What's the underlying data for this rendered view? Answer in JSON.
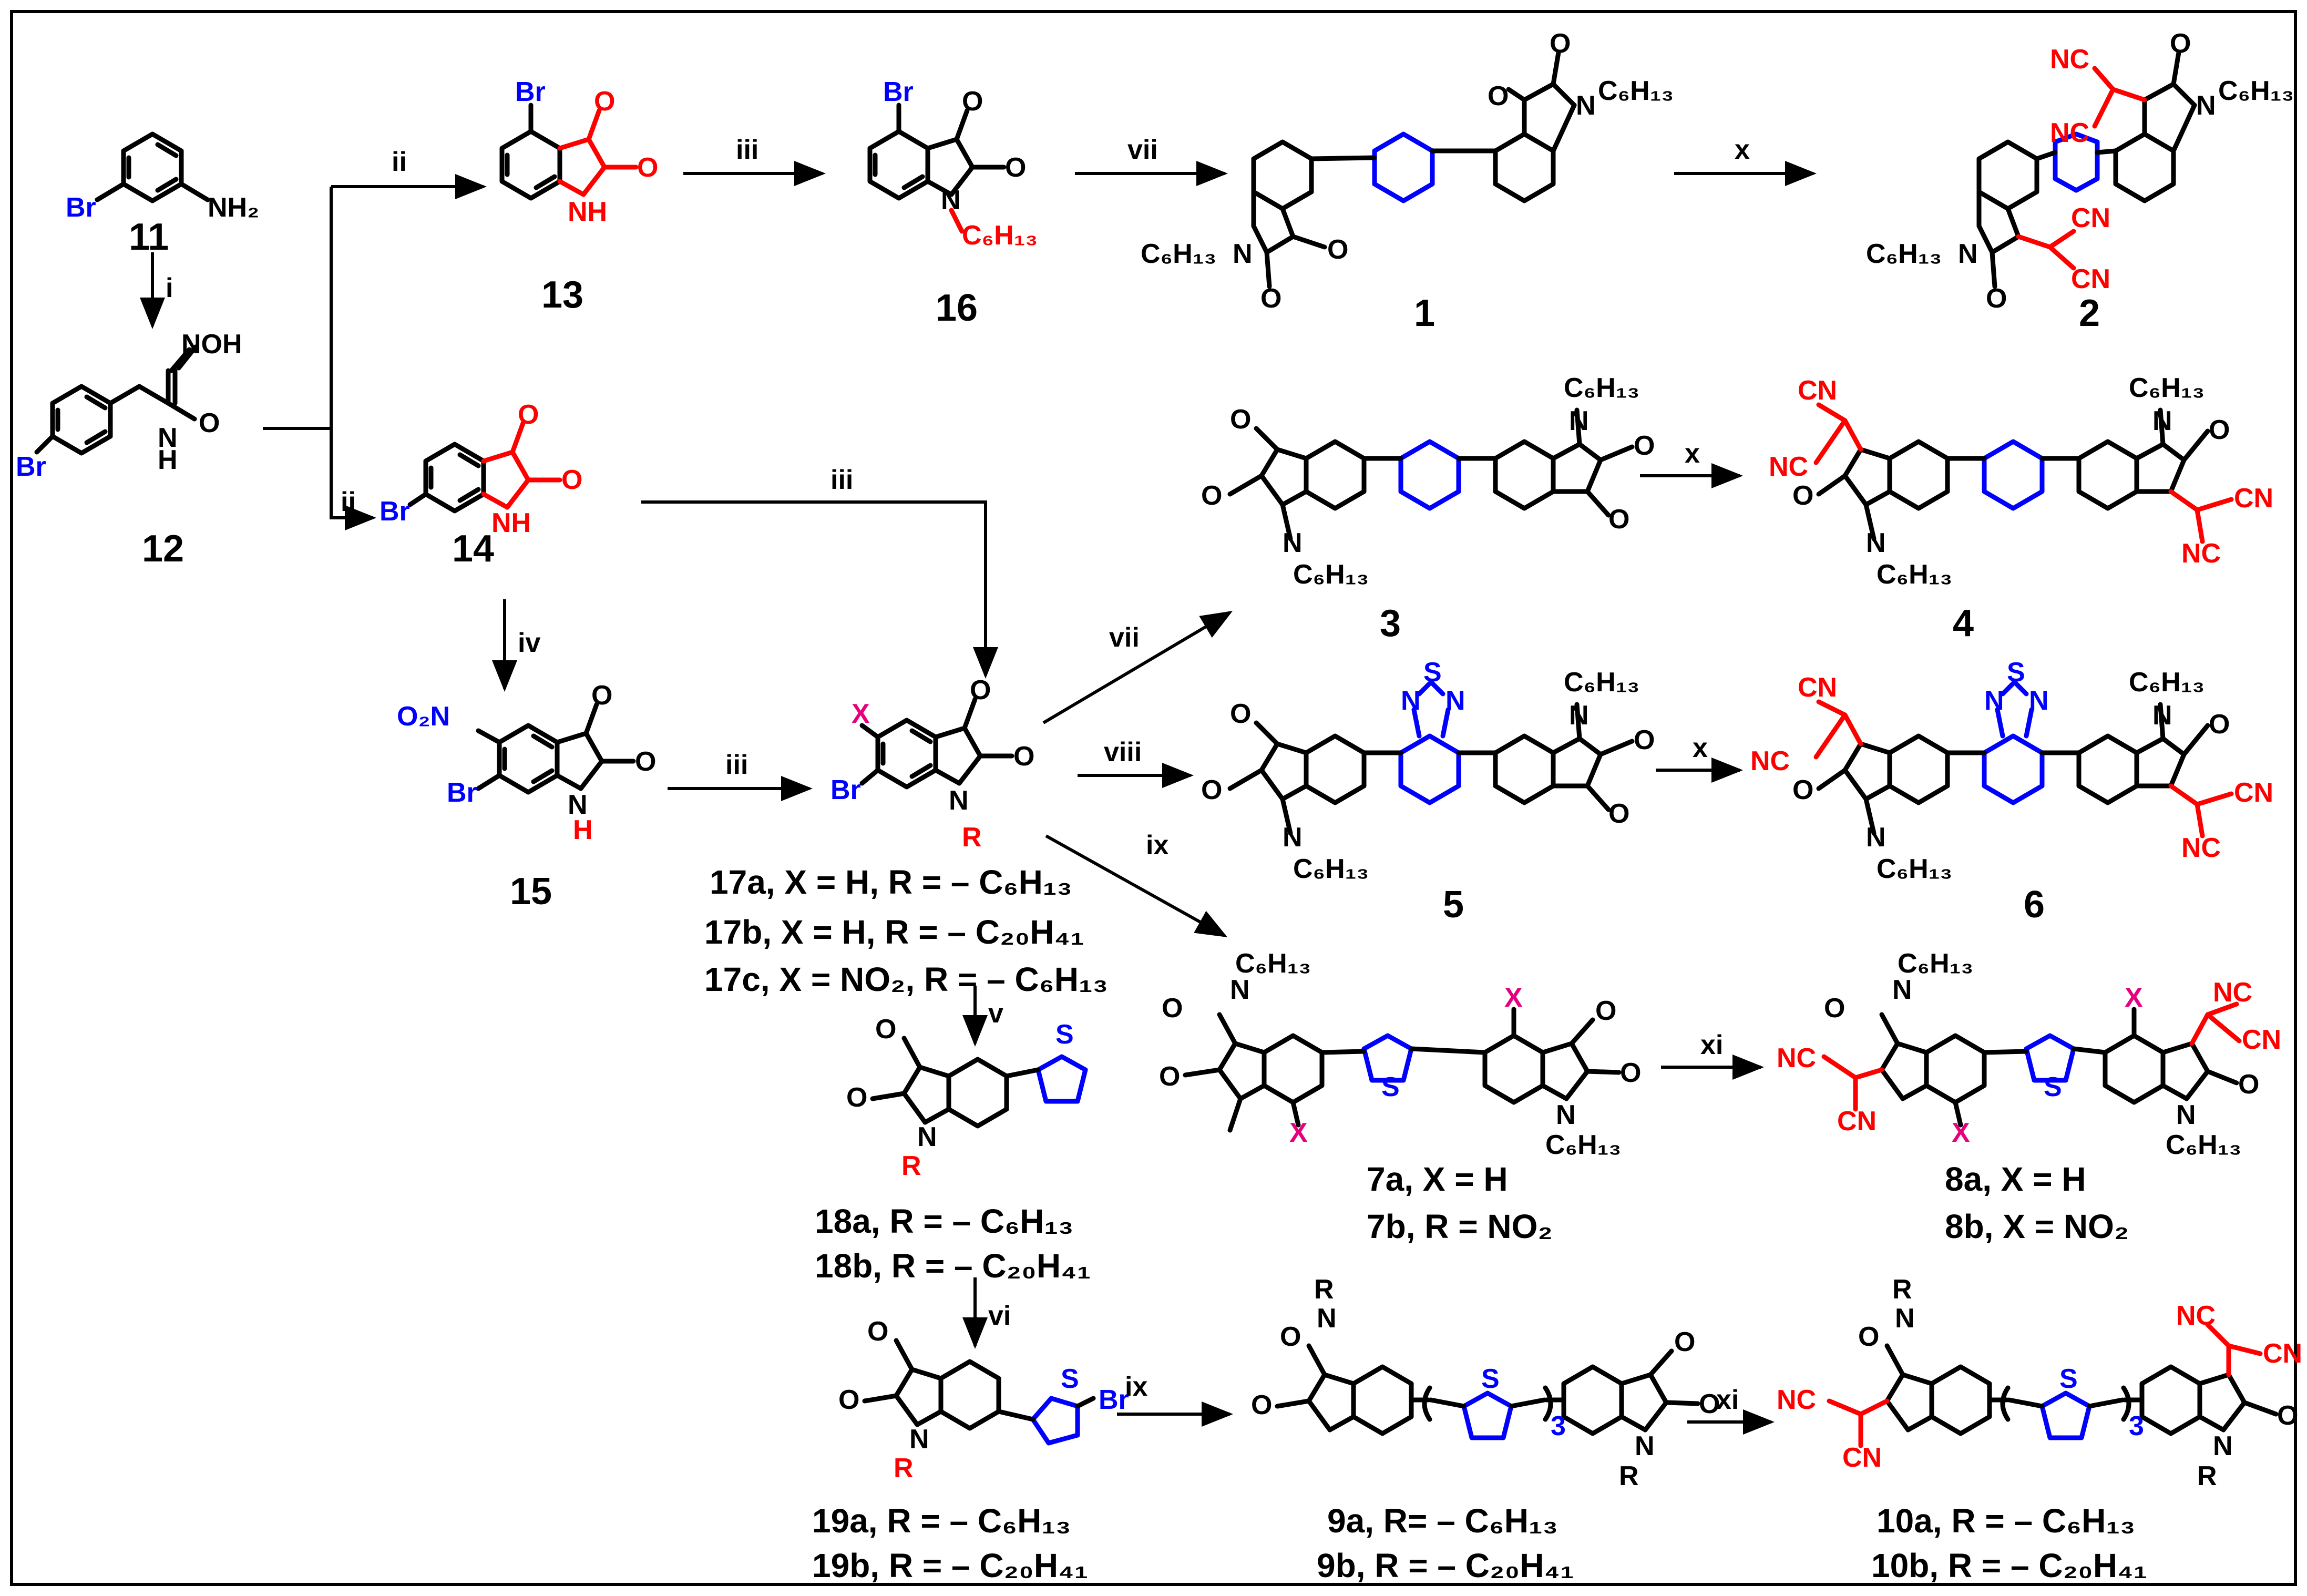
{
  "compounds": {
    "c11": "11",
    "c12": "12",
    "c13": "13",
    "c14": "14",
    "c15": "15",
    "c16": "16",
    "c1": "1",
    "c2": "2",
    "c3": "3",
    "c4": "4",
    "c5": "5",
    "c6": "6"
  },
  "reagents": {
    "i": "i",
    "ii_top": "ii",
    "ii_bottom": "ii",
    "iii_13_16": "iii",
    "iii_14_17": "iii",
    "iii_15_17": "iii",
    "iv": "iv",
    "v": "v",
    "vi": "vi",
    "vii_16_1": "vii",
    "vii_17_3": "vii",
    "viii": "viii",
    "ix_17_7": "ix",
    "ix_19_9": "ix",
    "x_1_2": "x",
    "x_3_4": "x",
    "x_5_6": "x",
    "xi_7_8": "xi",
    "xi_9_10": "xi"
  },
  "atoms": {
    "br": "Br",
    "nh2": "NH₂",
    "noh": "NOH",
    "n": "N",
    "h": "H",
    "nh": "NH",
    "o": "O",
    "c6h13": "C₆H₁₃",
    "r": "R",
    "x": "X",
    "no2": "O₂N",
    "cn": "CN",
    "nc": "NC",
    "s": "S",
    "sub3": "3"
  },
  "captions": {
    "l17a": "17a, X = H, R = – C₆H₁₃",
    "l17b": "17b,  X = H, R = – C₂₀H₄₁",
    "l17c": "17c, X = NO₂, R = – C₆H₁₃",
    "l18a": "18a, R = – C₆H₁₃",
    "l18b": "18b, R = – C₂₀H₄₁",
    "l19a": "19a, R = – C₆H₁₃",
    "l19b": "19b, R = – C₂₀H₄₁",
    "l7a": "7a, X = H",
    "l7b": "7b, R = NO₂",
    "l8a": "8a, X = H",
    "l8b": "8b, X = NO₂",
    "l9a": "9a, R= – C₆H₁₃",
    "l9b": "9b, R = – C₂₀H₄₁",
    "l10a": "10a, R = – C₆H₁₃",
    "l10b": "10b, R = – C₂₀H₄₁"
  },
  "colors": {
    "isatin_core": "#ff0000",
    "linker": "#0000ff",
    "substituent_x": "#e6007e",
    "text": "#000000"
  }
}
